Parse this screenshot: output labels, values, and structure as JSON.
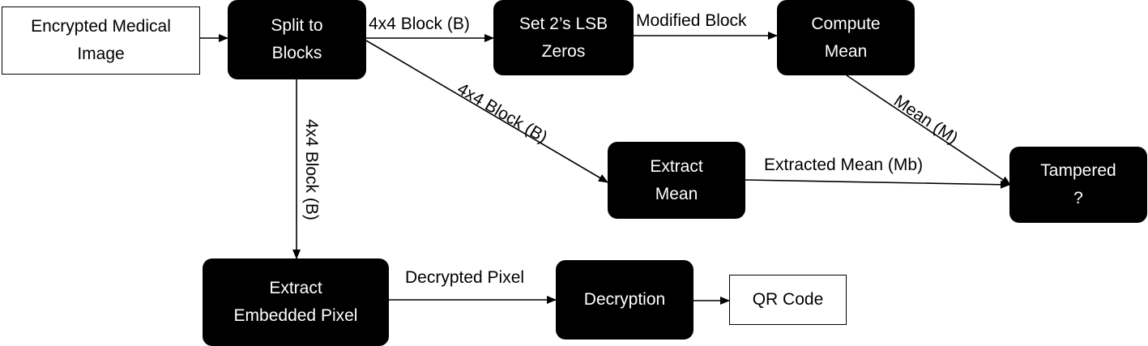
{
  "nodes": {
    "encrypted_image": [
      "Encrypted Medical",
      "Image"
    ],
    "split_blocks": [
      "Split to",
      "Blocks"
    ],
    "set_lsb": [
      "Set 2’s LSB",
      "Zeros"
    ],
    "compute_mean": [
      "Compute",
      "Mean"
    ],
    "extract_mean": [
      "Extract",
      "Mean"
    ],
    "tampered": [
      "Tampered",
      "?"
    ],
    "extract_pixel": [
      "Extract",
      "Embedded Pixel"
    ],
    "decryption": [
      "Decryption"
    ],
    "qr_code": [
      "QR Code"
    ]
  },
  "edges": {
    "block_to_lsb": "4x4 Block (B)",
    "modified_block": "Modified Block",
    "block_diagonal": "4x4 Block (B)",
    "block_vertical": "4x4 Block (B)",
    "mean_m": "Mean (M)",
    "extracted_mean": "Extracted Mean (Mb)",
    "decrypted_pixel": "Decrypted Pixel"
  }
}
